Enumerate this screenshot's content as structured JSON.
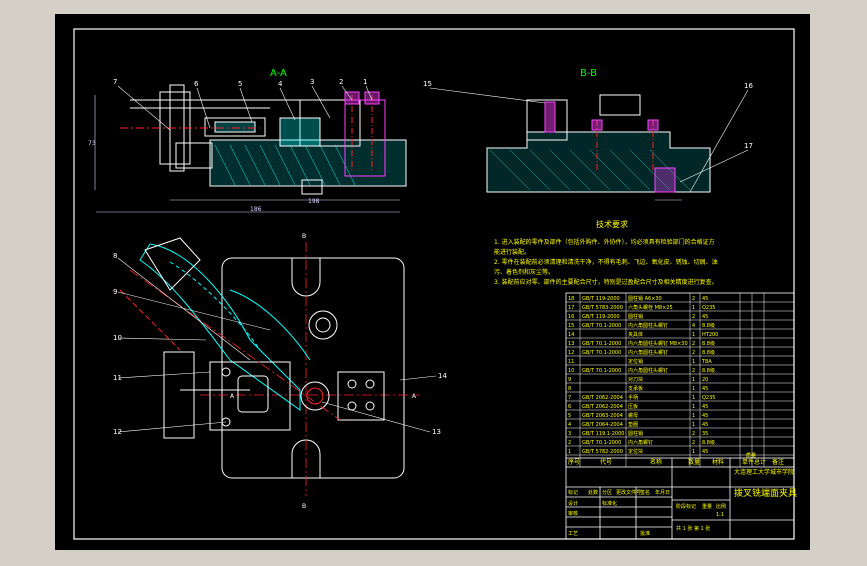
{
  "sheet": {
    "section_aa": "A-A",
    "section_bb": "B-B",
    "view_b": "B",
    "view_a": "A",
    "tech_title": "技术要求",
    "tech_notes": [
      "1. 进入装配的零件及部件（包括外购件、外协件），均必须具有检验部门的合格证方",
      "能进行装配。",
      "2. 零件在装配前必须清理和清洗干净，不得有毛刺、飞边、氧化皮、锈蚀、切屑、油",
      "污、着色剂和灰尘等。",
      "3. 装配前应对零、部件的主要配合尺寸，特别是过盈配合尺寸及相关精度进行复查。"
    ],
    "dims": {
      "height": "73",
      "len1": "198",
      "len2": "186"
    },
    "callouts_aa": [
      "7",
      "6",
      "5",
      "4",
      "3",
      "2",
      "1"
    ],
    "callout_15": "15",
    "callout_16": "16",
    "callout_17": "17",
    "callouts_left": [
      "8",
      "9",
      "10",
      "11",
      "12"
    ],
    "callout_13": "13",
    "callout_14": "14"
  },
  "bom": {
    "rows": [
      [
        "18",
        "GB/T 119-2000",
        "圆柱销 A6×30",
        "2",
        "45",
        "",
        "",
        ""
      ],
      [
        "17",
        "GB/T 5783-2000",
        "六角头螺栓 M8×25",
        "1",
        "Q235",
        "",
        "",
        ""
      ],
      [
        "16",
        "GB/T 119-2000",
        "圆柱销",
        "2",
        "45",
        "",
        "",
        ""
      ],
      [
        "15",
        "GB/T 70.1-2000",
        "内六角圆柱头螺钉",
        "4",
        "8.8级",
        "",
        "",
        ""
      ],
      [
        "14",
        "",
        "夹具体",
        "1",
        "HT200",
        "",
        "",
        ""
      ],
      [
        "13",
        "GB/T 70.1-2000",
        "内六角圆柱头螺钉 M8×30",
        "2",
        "8.8级",
        "",
        "",
        ""
      ],
      [
        "12",
        "GB/T 70.1-2000",
        "内六角圆柱头螺钉",
        "2",
        "8.8级",
        "",
        "",
        ""
      ],
      [
        "11",
        "",
        "定位销",
        "1",
        "T8A",
        "",
        "",
        ""
      ],
      [
        "10",
        "GB/T 70.1-2000",
        "内六角圆柱头螺钉",
        "2",
        "8.8级",
        "",
        "",
        ""
      ],
      [
        "9",
        "",
        "对刀块",
        "1",
        "20",
        "",
        "",
        ""
      ],
      [
        "8",
        "",
        "支承板",
        "1",
        "45",
        "",
        "",
        ""
      ],
      [
        "7",
        "GB/T 2062-2004",
        "手柄",
        "1",
        "Q235",
        "",
        "",
        ""
      ],
      [
        "6",
        "GB/T 2062-2004",
        "压板",
        "1",
        "45",
        "",
        "",
        ""
      ],
      [
        "5",
        "GB/T 2063-2004",
        "螺母",
        "1",
        "45",
        "",
        "",
        ""
      ],
      [
        "4",
        "GB/T 2064-2004",
        "垫圈",
        "1",
        "45",
        "",
        "",
        ""
      ],
      [
        "3",
        "GB/T 119.1-2000",
        "圆柱销",
        "2",
        "35",
        "",
        "",
        ""
      ],
      [
        "2",
        "GB/T 70.1-2000",
        "内六角螺钉",
        "2",
        "8.8级",
        "",
        "",
        ""
      ],
      [
        "1",
        "GB/T 5782-2000",
        "定位块",
        "1",
        "45",
        "",
        "",
        ""
      ]
    ],
    "header": {
      "seq": "序号",
      "code": "代号",
      "name": "名称",
      "qty": "数量",
      "material": "材料",
      "unit_mass": "单件",
      "total_mass": "总计",
      "mass": "质量",
      "remark": "备注"
    },
    "title_block": {
      "university": "大连理工大学城市学院",
      "drawing_title": "拨叉铣端面夹具",
      "labels": [
        "标记",
        "处数",
        "分区",
        "更改文件号",
        "签名",
        "年月日"
      ],
      "roles": [
        "设计",
        "审核",
        "工艺",
        "标准化",
        "批准"
      ],
      "stage_label": "阶段标记",
      "weight_label": "重量",
      "scale_label": "比例",
      "scale": "1:1",
      "sheet_label": "共 1 张  第 1 张"
    }
  },
  "colors": {
    "viewport_bg": "#000000",
    "frame": "#ffffff",
    "outline": "#ffffff",
    "dim": "#d6d6ff",
    "center": "#ff2020",
    "hatch": "#00ffff",
    "text": "#ffff00",
    "green": "#00ff00",
    "magenta": "#ff40ff"
  }
}
